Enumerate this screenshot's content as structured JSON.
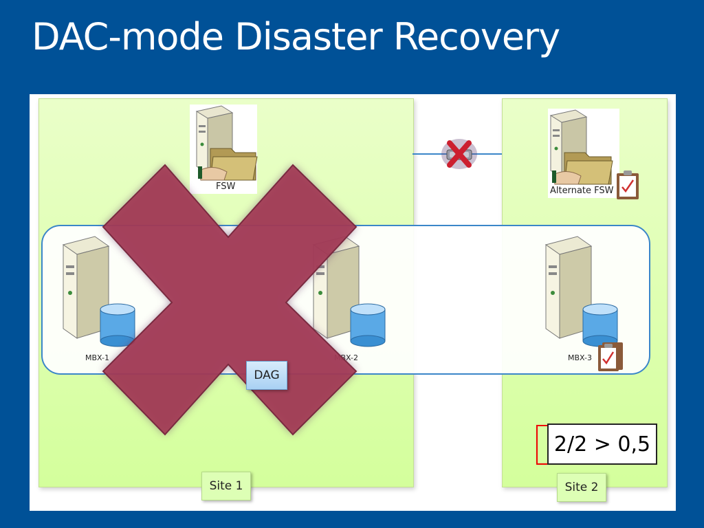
{
  "slide": {
    "title": "DAC-mode Disaster Recovery"
  },
  "sites": [
    {
      "label": "Site 1"
    },
    {
      "label": "Site 2"
    }
  ],
  "witnesses": {
    "primary": {
      "label": "FSW"
    },
    "alternate": {
      "label": "Alternate FSW"
    }
  },
  "dag": {
    "label": "DAG"
  },
  "servers": [
    {
      "label": "MBX-1"
    },
    {
      "label": "MBX-2"
    },
    {
      "label": "MBX-3"
    }
  ],
  "quorum": {
    "expression": "2/2 > 0,5"
  },
  "colors": {
    "background": "#005197",
    "site_fill": "#d4ff9c",
    "dag_border": "#3a86c8",
    "failure_cross": "#a33a55",
    "check_mark": "#d03030"
  },
  "icons": {
    "server": "server-icon",
    "database": "database-icon",
    "witness": "file-share-witness-icon",
    "failure": "failure-cross-icon",
    "broken_link": "broken-link-icon",
    "checklist": "checklist-icon"
  }
}
